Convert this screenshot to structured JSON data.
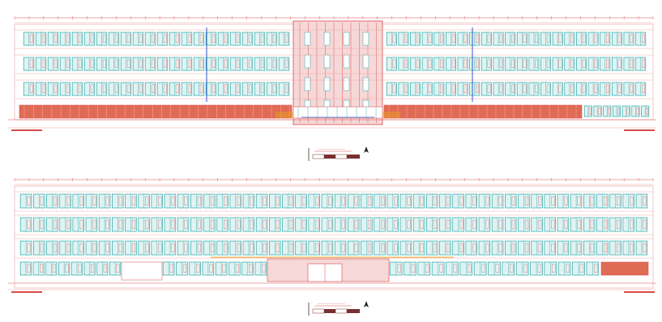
{
  "drawing": {
    "colors": {
      "outline": "#d94a4a",
      "outline_light": "#f0a0a0",
      "fill_pink": "#f6d8d8",
      "fill_red": "#e06b55",
      "glass": "#2aa6a6",
      "glass_fill": "#dff3f3",
      "blue_line": "#3355cc",
      "accent_orange": "#e8a020",
      "scale_dark": "#7a3030"
    },
    "elevations": [
      {
        "id": "upper-elevation",
        "window_rows": 3,
        "bays_per_wing": 22,
        "has_center_core": true,
        "ground_floor": "solid-red-band"
      },
      {
        "id": "lower-elevation",
        "window_rows": 3,
        "bays_total": 48,
        "has_center_core": false,
        "ground_floor": "mixed-openings"
      }
    ],
    "scale_bars": [
      {
        "id": "scale-bar-upper",
        "has_north_arrow": true
      },
      {
        "id": "scale-bar-lower",
        "has_north_arrow": true
      }
    ]
  }
}
